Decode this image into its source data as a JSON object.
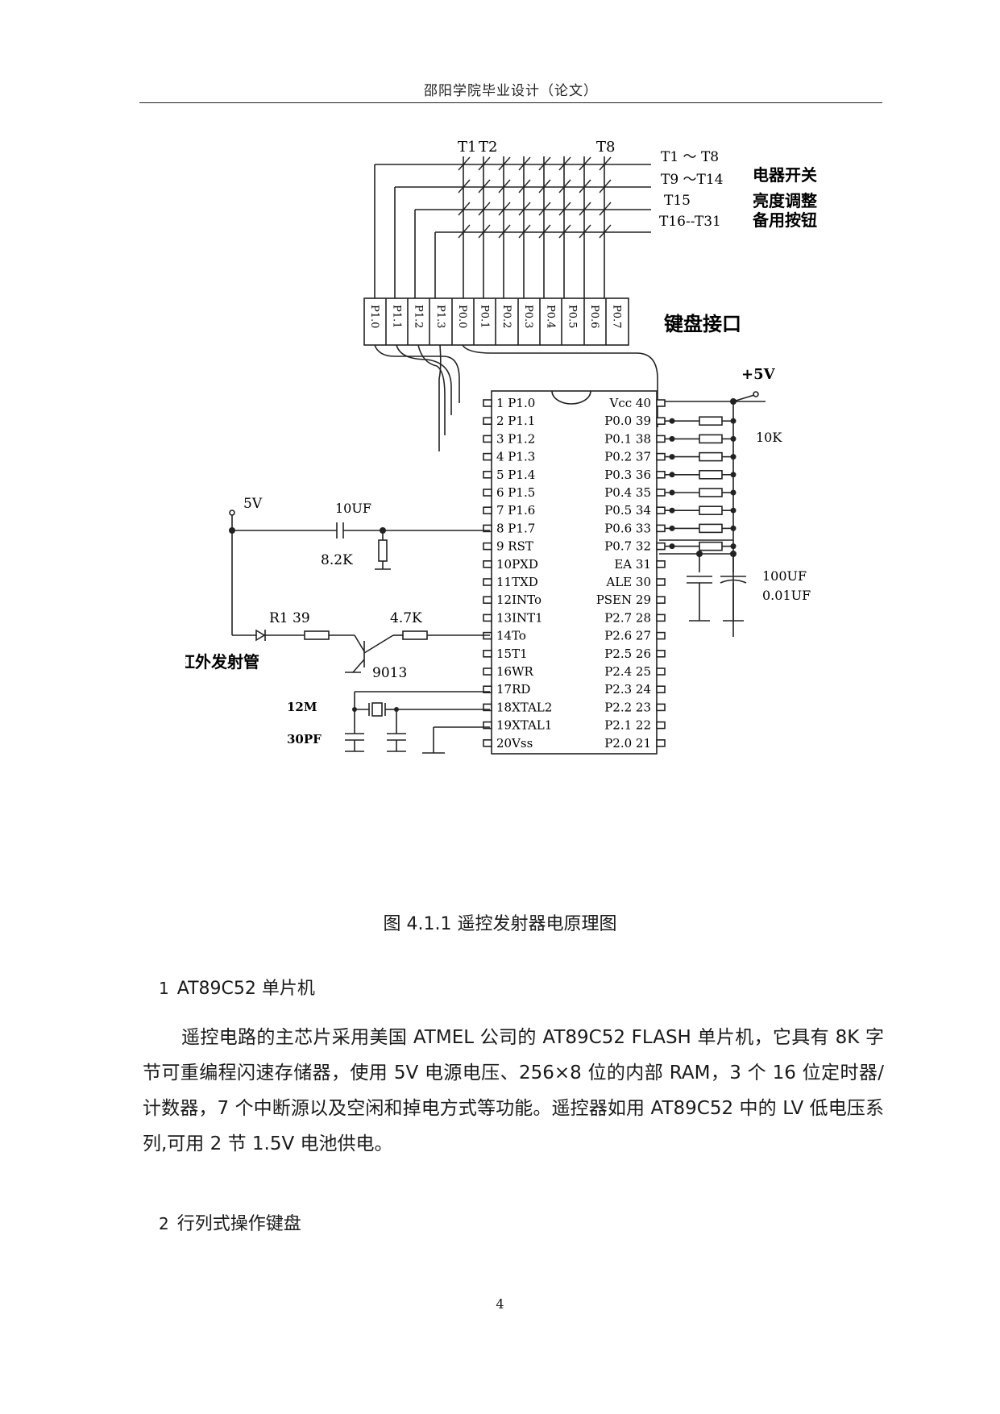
{
  "header": {
    "title": "邵阳学院毕业设计（论文）"
  },
  "figure": {
    "label_t1": "T1",
    "label_t2": "T2",
    "label_t8": "T8",
    "row_labels": [
      "T1 ～ T8",
      "T9 ～T14",
      "T15",
      "T16--T31"
    ],
    "row_notes": [
      "电器开关",
      "亮度调整",
      "备用按钮"
    ],
    "key_ports": [
      "P1.0",
      "P1.1",
      "P1.2",
      "P1.3",
      "P0.0",
      "P0.1",
      "P0.2",
      "P0.3",
      "P0.4",
      "P0.5",
      "P0.6",
      "P0.7"
    ],
    "keyboard_label": "键盘接口",
    "pins_left": [
      "1 P1.0",
      "2 P1.1",
      "3 P1.2",
      "4 P1.3",
      "5 P1.4",
      "6 P1.5",
      "7 P1.6",
      "8 P1.7",
      "9 RST",
      "10PXD",
      "11TXD",
      "12INTo",
      "13INT1",
      "14To",
      "15T1",
      "16WR",
      "17RD",
      "18XTAL2",
      "19XTAL1",
      "20Vss"
    ],
    "pins_right": [
      "Vcc 40",
      "P0.0 39",
      "P0.1 38",
      "P0.2 37",
      "P0.3 36",
      "P0.4 35",
      "P0.5 34",
      "P0.6 33",
      "P0.7 32",
      "EA 31",
      "ALE 30",
      "PSEN 29",
      "P2.7 28",
      "P2.6 27",
      "P2.5 26",
      "P2.4 25",
      "P2.3 24",
      "P2.2 23",
      "P2.1 22",
      "P2.0 21"
    ],
    "plus5v": "+5V",
    "r10k": "10K",
    "cap100uf": "100UF",
    "cap001uf": "0.01UF",
    "v5": "5V",
    "c10uf": "10UF",
    "r82k": "8.2K",
    "r1": "R1 39",
    "r47k": "4.7K",
    "transistor": "9013",
    "ir_led": "红外发射管",
    "crystal": "12M",
    "c30pf": "30PF"
  },
  "caption": {
    "num": "图 4.1.1",
    "text": "遥控发射器电原理图"
  },
  "section1": {
    "num": "1",
    "latin": "AT89C52",
    "text": "单片机"
  },
  "paragraph": "遥控电路的主芯片采用美国 ATMEL 公司的 AT89C52 FLASH 单片机，它具有 8K 字节可重编程闪速存储器，使用 5V 电源电压、256×8 位的内部 RAM，3 个 16 位定时器/计数器，7 个中断源以及空闲和掉电方式等功能。遥控器如用 AT89C52 中的 LV 低电压系列,可用 2 节 1.5V 电池供电。",
  "section2": {
    "num": "2",
    "text": "行列式操作键盘"
  },
  "page_number": "4"
}
